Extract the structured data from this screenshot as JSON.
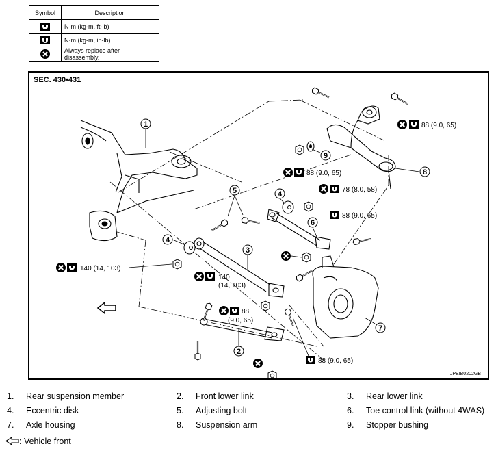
{
  "legend": {
    "header_symbol": "Symbol",
    "header_description": "Description",
    "rows": [
      {
        "icon": "torque-ft-lb-icon",
        "description": "N·m (kg-m, ft-lb)"
      },
      {
        "icon": "torque-in-lb-icon",
        "description": "N·m (kg-m, in-lb)"
      },
      {
        "icon": "replace-icon",
        "description": "Always replace after disassembly."
      }
    ]
  },
  "diagram": {
    "section": "SEC. 430•431",
    "code": "JPEIB0202GB",
    "callouts": [
      "1",
      "2",
      "3",
      "4",
      "4",
      "5",
      "6",
      "7",
      "8",
      "9"
    ],
    "torques": {
      "t1": "88 (9.0, 65)",
      "t2": "88 (9.0, 65)",
      "t3": "78 (8.0, 58)",
      "t4": "88 (9.0, 65)",
      "t5": "140 (14, 103)",
      "t6a": "140",
      "t6b": "(14, 103)",
      "t7a": "88",
      "t7b": "(9.0, 65)",
      "t8": "88 (9.0, 65)"
    }
  },
  "parts": [
    {
      "num": "1.",
      "name": "Rear suspension member"
    },
    {
      "num": "2.",
      "name": "Front lower link"
    },
    {
      "num": "3.",
      "name": "Rear lower link"
    },
    {
      "num": "4.",
      "name": "Eccentric disk"
    },
    {
      "num": "5.",
      "name": "Adjusting bolt"
    },
    {
      "num": "6.",
      "name": "Toe control link (without 4WAS)"
    },
    {
      "num": "7.",
      "name": "Axle housing"
    },
    {
      "num": "8.",
      "name": "Suspension arm"
    },
    {
      "num": "9.",
      "name": "Stopper bushing"
    }
  ],
  "vehicle_front": ": Vehicle front"
}
